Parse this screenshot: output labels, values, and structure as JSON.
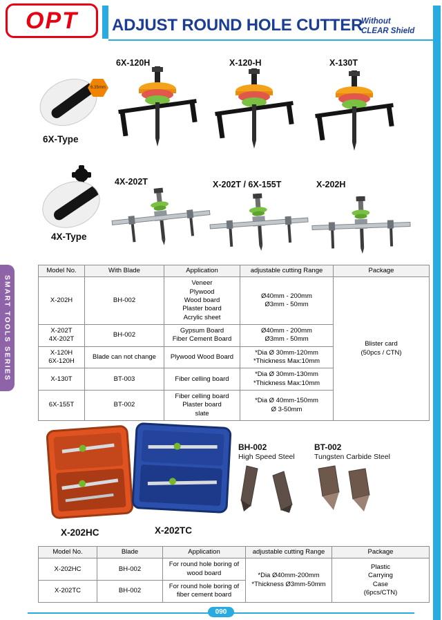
{
  "header": {
    "brand": "OPT",
    "title": "ADJUST ROUND HOLE CUTTER",
    "subtitle_line1": "Without",
    "subtitle_line2": "CLEAR Shield"
  },
  "side_tab": {
    "label": "SMART TOOLS SERIES"
  },
  "section_top": {
    "type_label": "6X-Type",
    "callout": "6.35mm",
    "products": [
      {
        "label": "6X-120H"
      },
      {
        "label": "X-120-H"
      },
      {
        "label": "X-130T"
      }
    ]
  },
  "section_mid": {
    "type_label": "4X-Type",
    "products": [
      {
        "label": "4X-202T"
      },
      {
        "label": "X-202T / 6X-155T"
      },
      {
        "label": "X-202H"
      }
    ]
  },
  "table1": {
    "headers": [
      "Model No.",
      "With Blade",
      "Application",
      "adjustable cutting Range",
      "Package"
    ],
    "rows": [
      {
        "model": "X-202H",
        "blade": "BH-002",
        "application": "Veneer\nPlywood\nWood board\nPlaster board\nAcrylic sheet",
        "range": "Ø40mm - 200mm\nØ3mm - 50mm"
      },
      {
        "model": "X-202T\n4X-202T",
        "blade": "BH-002",
        "application": "Gypsum Board\nFiber Cement Board",
        "range": "Ø40mm - 200mm\nØ3mm - 50mm"
      },
      {
        "model": "X-120H\n6X-120H",
        "blade": "Blade can not change",
        "application": "Plywood Wood Board",
        "range": "*Dia Ø 30mm-120mm\n*Thickness Max:10mm"
      },
      {
        "model": "X-130T",
        "blade": "BT-003",
        "application": "Fiber celling board",
        "range": "*Dia Ø 30mm-130mm\n*Thickness Max:10mm"
      },
      {
        "model": "6X-155T",
        "blade": "BT-002",
        "application": "Fiber celling board\nPlaster board\nslate",
        "range": "*Dia Ø 40mm-150mm\nØ 3-50mm"
      }
    ],
    "package": "Blister card\n(50pcs / CTN)"
  },
  "cases": {
    "orange_label": "X-202HC",
    "blue_label": "X-202TC"
  },
  "blades": {
    "bh_code": "BH-002",
    "bh_name": "High Speed Steel",
    "bt_code": "BT-002",
    "bt_name": "Tungsten Carbide Steel"
  },
  "table2": {
    "headers": [
      "Model No.",
      "Blade",
      "Application",
      "adjustable cutting Range",
      "Package"
    ],
    "rows": [
      {
        "model": "X-202HC",
        "blade": "BH-002",
        "application": "For round hole boring of\nwood board"
      },
      {
        "model": "X-202TC",
        "blade": "BH-002",
        "application": "For round hole boring of\nfiber cement board"
      }
    ],
    "range": "*Dia Ø40mm-200mm\n*Thickness Ø3mm-50mm",
    "package": "Plastic\nCarrying\nCase\n(6pcs/CTN)"
  },
  "footer": {
    "page_number": "090"
  },
  "colors": {
    "cyan": "#29abe2",
    "title_blue": "#1b3e94",
    "brand_red": "#e60012",
    "purple": "#8f63a8",
    "tool_orange": "#f5a21b",
    "tool_green": "#7ac143",
    "case_orange": "#e05320",
    "case_blue": "#2b4fad"
  }
}
